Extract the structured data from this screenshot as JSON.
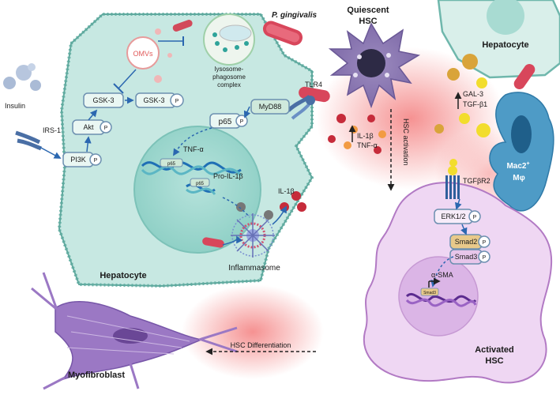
{
  "labels": {
    "p_gingivalis": "P. gingivalis",
    "quiescent": "Quiescent",
    "hsc": "HSC",
    "hepatocyte_top": "Hepatocyte",
    "omvs": "OMVs",
    "lysosome": "lysosome-",
    "phagosome": "phagosome",
    "complex": "complex",
    "insulin": "Insulin",
    "irs1": "IRS-1",
    "gsk3": "GSK-3",
    "akt": "Akt",
    "pi3k": "PI3K",
    "p_mark": "P",
    "tlr4": "TLR4",
    "myd88": "MyD88",
    "p65": "p65",
    "tnfa": "TNF-α",
    "pro_il1b": "Pro-IL-1β",
    "il1b": "IL-1β",
    "inflammasome": "Inflammasome",
    "hepatocyte_main": "Hepatocyte",
    "il1b_2": "IL-1β",
    "tnfa_2": "TNF-α",
    "hsc_activation": "HSC activation",
    "gal3": "GAL-3",
    "tgfb1": "TGF-β1",
    "mac2": "Mac2",
    "mac2_sup": "+",
    "mphi": "Mφ",
    "tgfbr2": "TGFβR2",
    "erk": "ERK1/2",
    "smad2": "Smad2",
    "smad3": "Smad3",
    "asma": "α-SMA",
    "smad_small": "Smad3",
    "hsc_diff": "HSC Differentiation",
    "myofibroblast": "Myofibroblast",
    "activated": "Activated",
    "hsc2": "HSC"
  }
}
